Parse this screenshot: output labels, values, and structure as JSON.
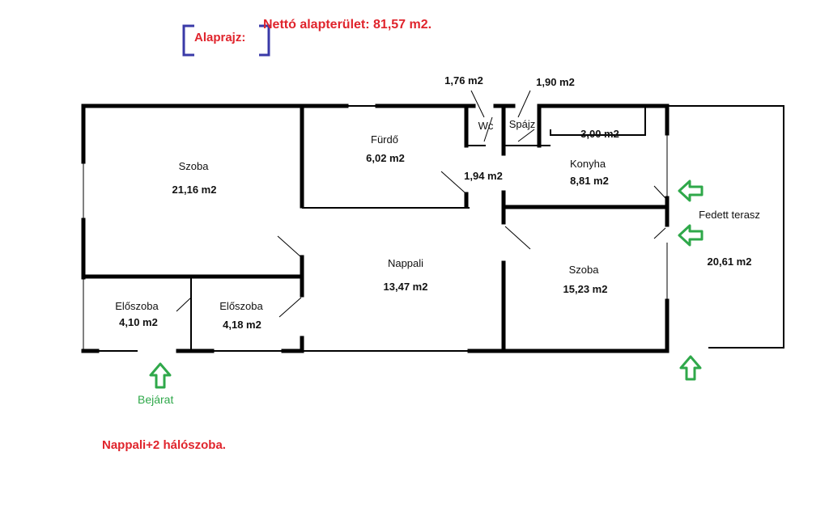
{
  "header": {
    "net_area": "Nettó alapterület: 81,57 m2.",
    "floorplan": "Alaprajz:"
  },
  "footer_note": "Nappali+2 hálószoba.",
  "rooms": {
    "szoba1": {
      "name": "Szoba",
      "area": "21,16 m2"
    },
    "furdo": {
      "name": "Fürdő",
      "area": "6,02 m2"
    },
    "wc": {
      "name": "Wc",
      "area": "1,76 m2"
    },
    "spajz": {
      "name": "Spájz",
      "area": "1,90 m2"
    },
    "storage": {
      "area": "3,00 m2"
    },
    "hall": {
      "area": "1,94 m2"
    },
    "konyha": {
      "name": "Konyha",
      "area": "8,81 m2"
    },
    "terasz": {
      "name": "Fedett terasz",
      "area": "20,61 m2"
    },
    "nappali": {
      "name": "Nappali",
      "area": "13,47 m2"
    },
    "szoba2": {
      "name": "Szoba",
      "area": "15,23 m2"
    },
    "eloszoba1": {
      "name": "Előszoba",
      "area": "4,10 m2"
    },
    "eloszoba2": {
      "name": "Előszoba",
      "area": "4,18 m2"
    }
  },
  "entrance": "Bejárat",
  "colors": {
    "wall": "#000000",
    "accent_red": "#e0242c",
    "arrow_green": "#2fa84a",
    "bracket_blue": "#3a3aa8"
  }
}
